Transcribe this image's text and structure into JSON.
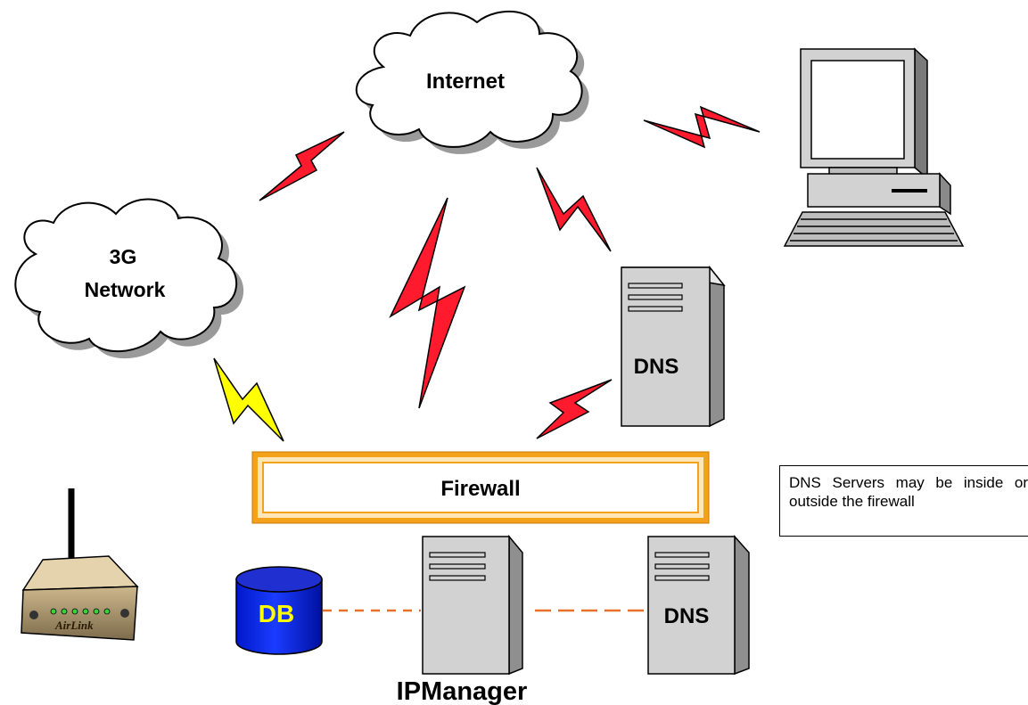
{
  "diagram": {
    "internet_label": "Internet",
    "network_label_line1": "3G",
    "network_label_line2": "Network",
    "dns_top_label": "DNS",
    "firewall_label": "Firewall",
    "db_label": "DB",
    "dns_bottom_label": "DNS",
    "ip_manager_label": "IPManager",
    "note_text": "DNS Servers may be inside or outside the firewall",
    "modem_brand": "AirLink"
  },
  "colors": {
    "lightning_wired": "#ff1a2e",
    "lightning_wireless": "#ffff00",
    "firewall_border": "#f5a21b",
    "db_fill": "#0a2ef0",
    "db_text": "#ffff00",
    "dashed_link": "#e8722a",
    "server_fill": "#d2d2d2"
  }
}
